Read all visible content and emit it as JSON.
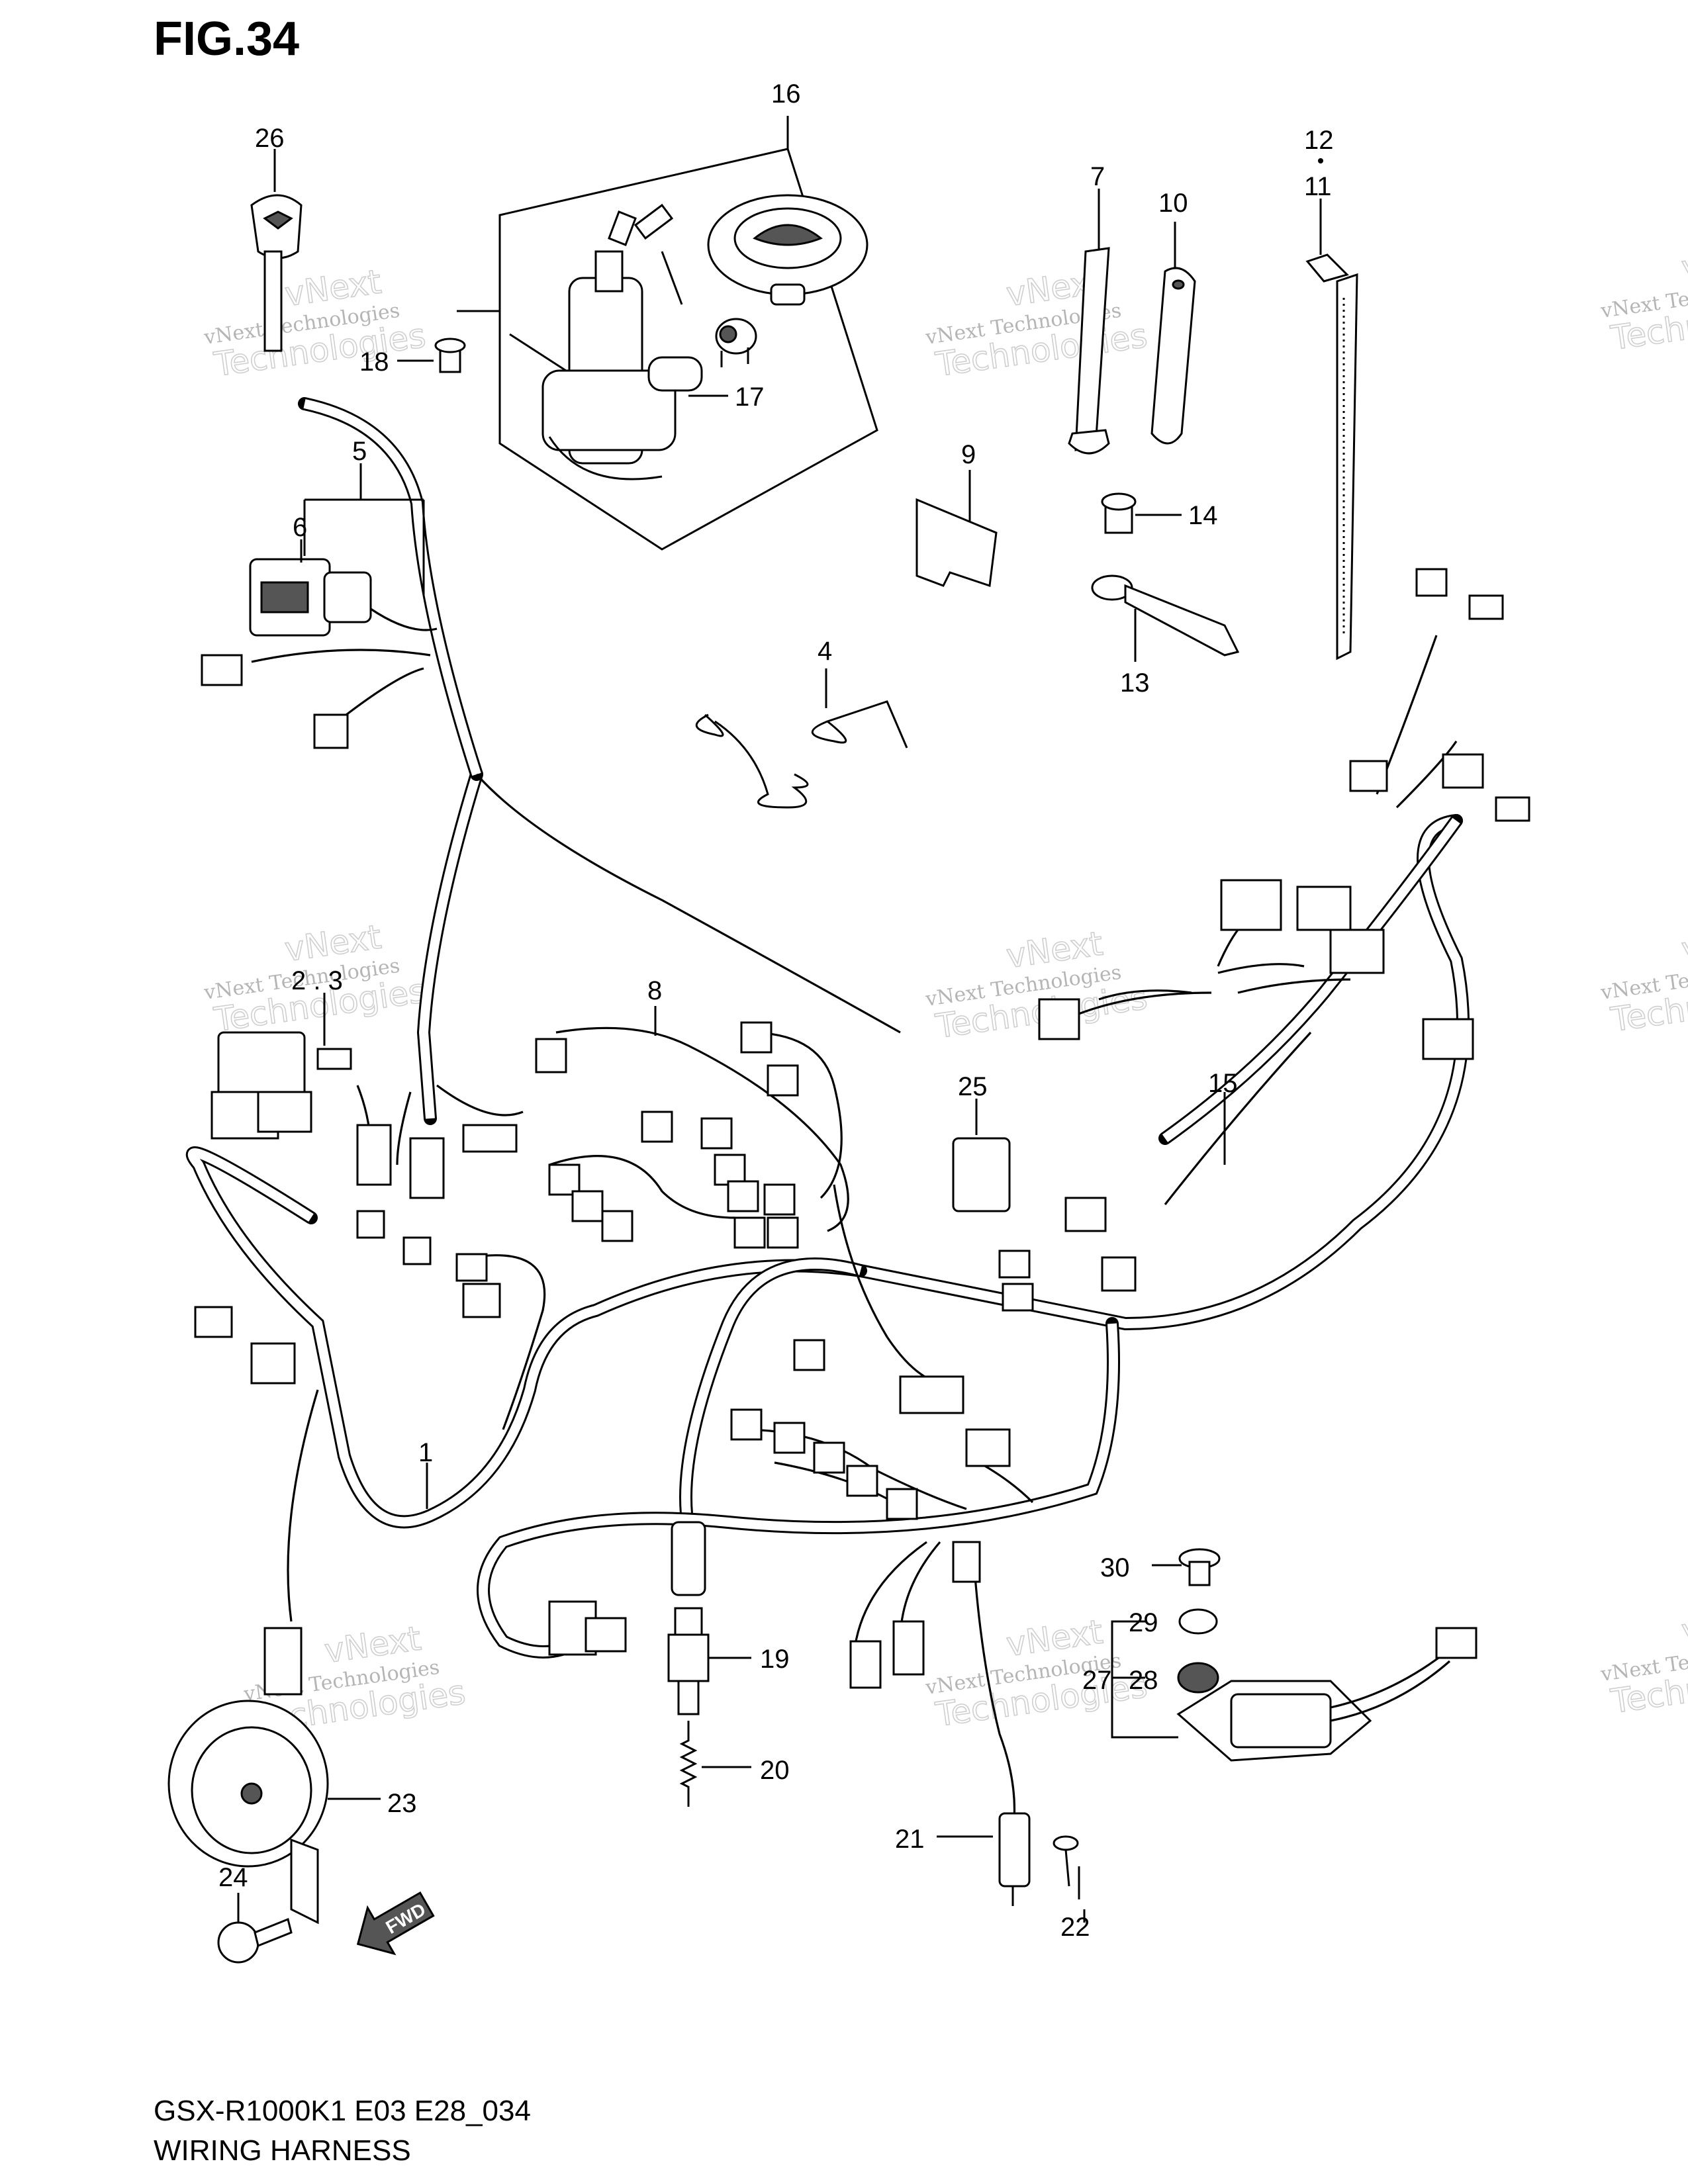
{
  "figure": {
    "title": "FIG.34",
    "model_code": "GSX-R1000K1 E03 E28_034",
    "subtitle": "WIRING HARNESS"
  },
  "watermark": {
    "line1": "vNext Technologies",
    "line2": "vNext",
    "line3": "Technologies"
  },
  "callouts": [
    {
      "id": "c1",
      "label": "1"
    },
    {
      "id": "c2-3",
      "label": "2 . 3"
    },
    {
      "id": "c4",
      "label": "4"
    },
    {
      "id": "c5",
      "label": "5"
    },
    {
      "id": "c6",
      "label": "6"
    },
    {
      "id": "c7",
      "label": "7"
    },
    {
      "id": "c8",
      "label": "8"
    },
    {
      "id": "c9",
      "label": "9"
    },
    {
      "id": "c10",
      "label": "10"
    },
    {
      "id": "c11",
      "label": "11"
    },
    {
      "id": "c12",
      "label": "12"
    },
    {
      "id": "c13",
      "label": "13"
    },
    {
      "id": "c14",
      "label": "14"
    },
    {
      "id": "c15",
      "label": "15"
    },
    {
      "id": "c16",
      "label": "16"
    },
    {
      "id": "c17",
      "label": "17"
    },
    {
      "id": "c18",
      "label": "18"
    },
    {
      "id": "c19",
      "label": "19"
    },
    {
      "id": "c20",
      "label": "20"
    },
    {
      "id": "c21",
      "label": "21"
    },
    {
      "id": "c22",
      "label": "22"
    },
    {
      "id": "c23",
      "label": "23"
    },
    {
      "id": "c24",
      "label": "24"
    },
    {
      "id": "c25",
      "label": "25"
    },
    {
      "id": "c26",
      "label": "26"
    },
    {
      "id": "c27",
      "label": "27"
    },
    {
      "id": "c28",
      "label": "28"
    },
    {
      "id": "c29",
      "label": "29"
    },
    {
      "id": "c30",
      "label": "30"
    }
  ],
  "fwd_label": "FWD"
}
